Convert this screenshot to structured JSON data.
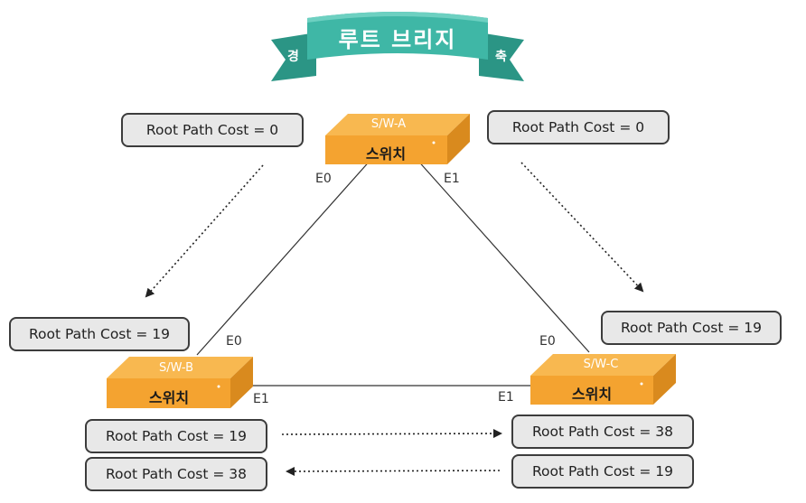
{
  "banner": {
    "title": "루트 브리지",
    "left_char": "경",
    "right_char": "축"
  },
  "switches": [
    {
      "id": "a",
      "name": "S/W-A",
      "label": "스위치"
    },
    {
      "id": "b",
      "name": "S/W-B",
      "label": "스위치"
    },
    {
      "id": "c",
      "name": "S/W-C",
      "label": "스위치"
    }
  ],
  "ports": {
    "a_e0": "E0",
    "a_e1": "E1",
    "b_e0": "E0",
    "b_e1": "E1",
    "c_e0": "E0",
    "c_e1": "E1"
  },
  "costs": {
    "a_left": "Root Path Cost = 0",
    "a_right": "Root Path Cost = 0",
    "b_upper": "Root Path Cost = 19",
    "c_upper": "Root Path Cost = 19",
    "b_lower_1": "Root Path Cost = 19",
    "b_lower_2": "Root Path Cost = 38",
    "c_lower_1": "Root Path Cost = 38",
    "c_lower_2": "Root Path Cost = 19"
  },
  "colors": {
    "switch_top": "#f8b850",
    "switch_front": "#f4a330",
    "switch_side": "#d98a1e",
    "banner_main": "#3fb7a6",
    "banner_side": "#2b9585",
    "box_fill": "#e8e8e8",
    "box_border": "#3c3c3c"
  }
}
